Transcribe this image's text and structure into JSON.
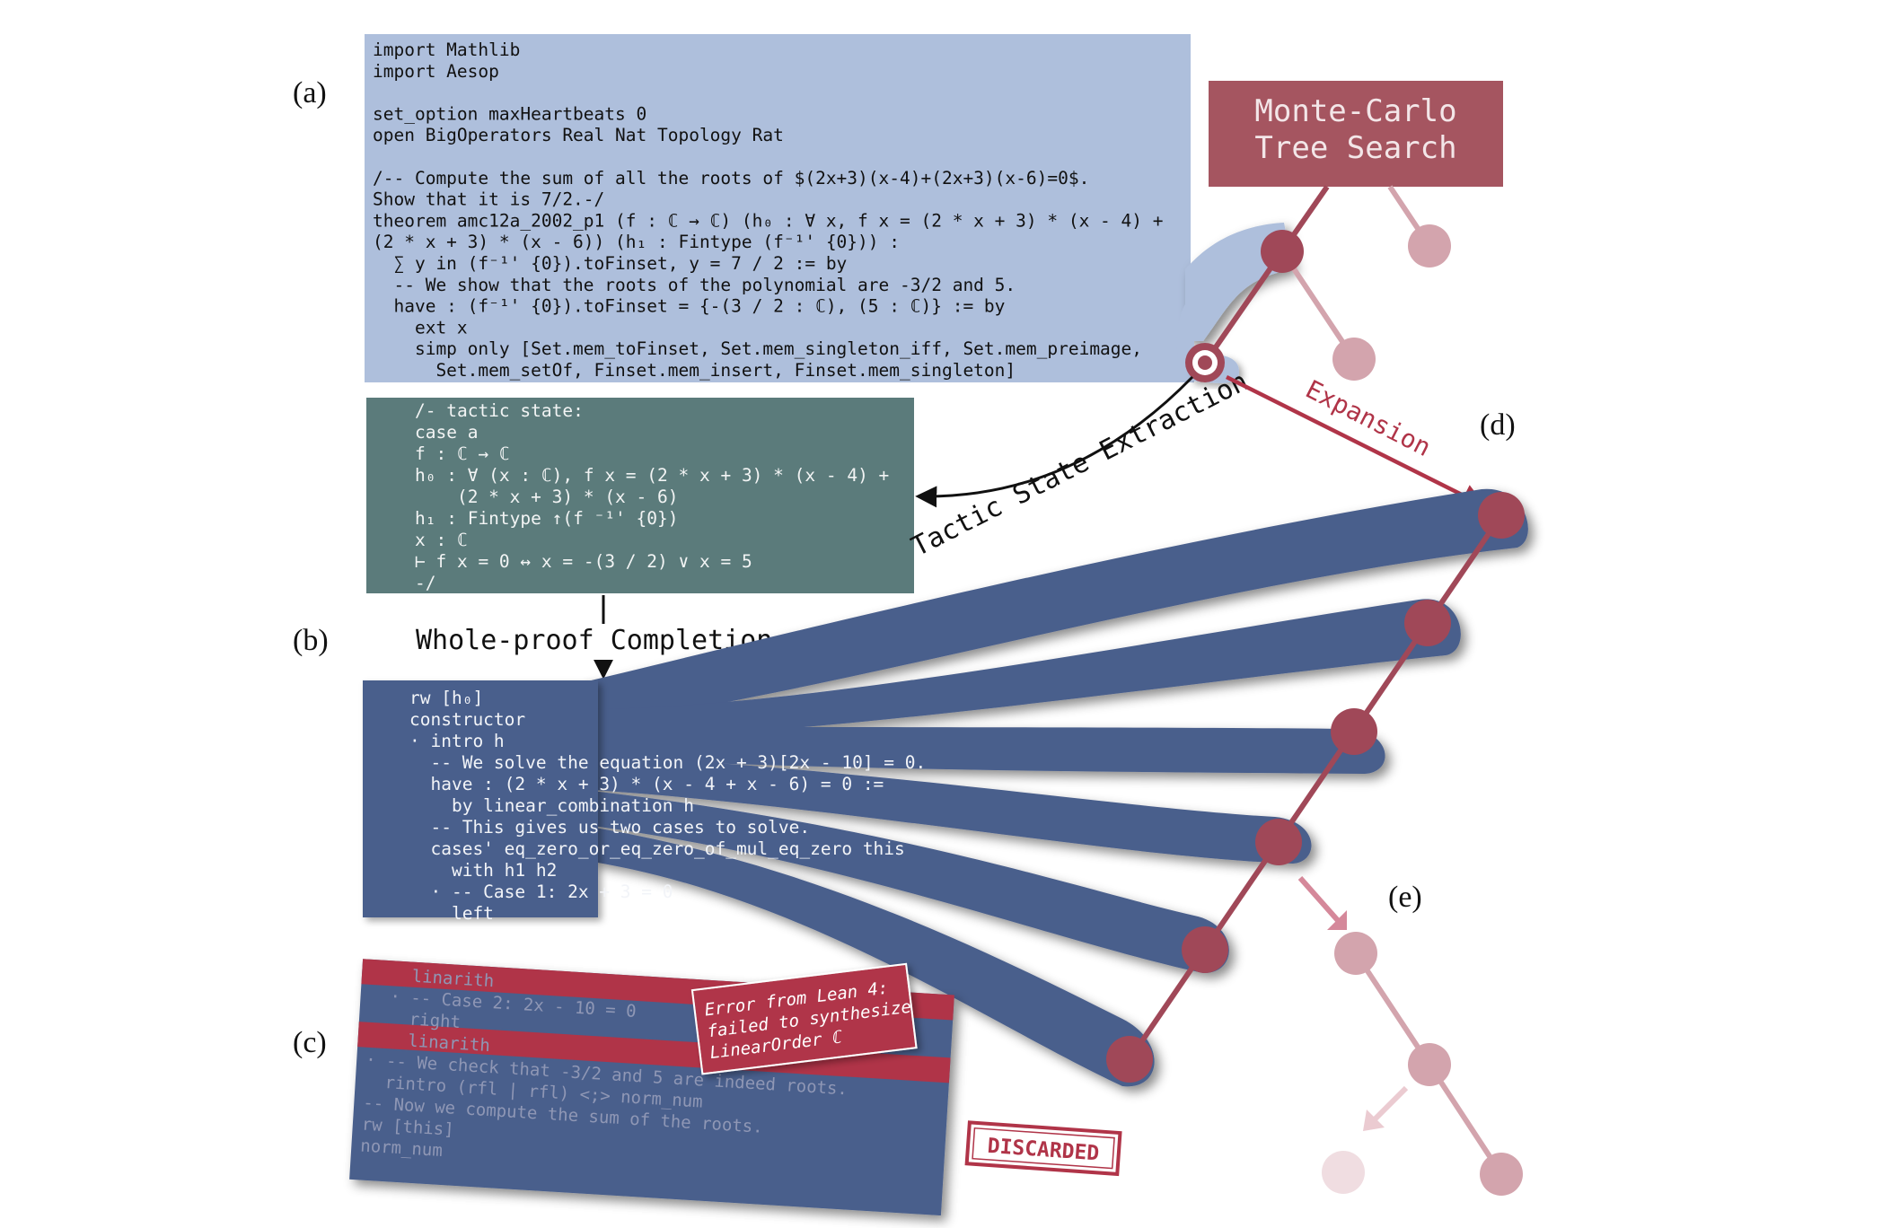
{
  "panel_labels": {
    "a": "(a)",
    "b": "(b)",
    "c": "(c)",
    "d": "(d)",
    "e": "(e)"
  },
  "lean_source": {
    "lines": [
      "import Mathlib",
      "import Aesop",
      "",
      "set_option maxHeartbeats 0",
      "open BigOperators Real Nat Topology Rat",
      "",
      "/-- Compute the sum of all the roots of $(2x+3)(x-4)+(2x+3)(x-6)=0$.",
      "Show that it is 7/2.-/",
      "theorem amc12a_2002_p1 (f : ℂ → ℂ) (h₀ : ∀ x, f x = (2 * x + 3) * (x - 4) +",
      "(2 * x + 3) * (x - 6)) (h₁ : Fintype (f⁻¹' {0})) :",
      "  ∑ y in (f⁻¹' {0}).toFinset, y = 7 / 2 := by",
      "  -- We show that the roots of the polynomial are -3/2 and 5.",
      "  have : (f⁻¹' {0}).toFinset = {-(3 / 2 : ℂ), (5 : ℂ)} := by",
      "    ext x",
      "    simp only [Set.mem_toFinset, Set.mem_singleton_iff, Set.mem_preimage,",
      "      Set.mem_setOf, Finset.mem_insert, Finset.mem_singleton]"
    ]
  },
  "tactic_state": {
    "lines": [
      "/- tactic state:",
      "case a",
      "f : ℂ → ℂ",
      "h₀ : ∀ (x : ℂ), f x = (2 * x + 3) * (x - 4) +",
      "    (2 * x + 3) * (x - 6)",
      "h₁ : Fintype ↑(f ⁻¹' {0})",
      "x : ℂ",
      "⊢ f x = 0 ↔ x = -(3 / 2) ∨ x = 5",
      "-/"
    ]
  },
  "completion": {
    "lines": [
      "rw [h₀]",
      "constructor",
      "· intro h",
      "  -- We solve the equation (2x + 3)[2x - 10] = 0.",
      "  have : (2 * x + 3) * (x - 4 + x - 6) = 0 :=",
      "    by linear_combination h",
      "  -- This gives us two cases to solve.",
      "  cases' eq_zero_or_eq_zero_of_mul_eq_zero this",
      "    with h1 h2",
      "  · -- Case 1: 2x + 3 = 0",
      "    left"
    ]
  },
  "discarded_code": {
    "lines": [
      "    linarith",
      "  · -- Case 2: 2x - 10 = 0",
      "    right",
      "    linarith",
      "· -- We check that -3/2 and 5 are indeed roots.",
      "  rintro (rfl | rfl) <;> norm_num",
      "-- Now we compute the sum of the roots.",
      "rw [this]",
      "norm_num"
    ]
  },
  "error_box": {
    "lines": [
      "Error from Lean 4:",
      "failed to synthesize",
      "LinearOrder ℂ"
    ]
  },
  "discarded_stamp": "DISCARDED",
  "mcts_box": {
    "line1": "Monte-Carlo",
    "line2": "Tree Search"
  },
  "arrow_labels": {
    "tactic_state_extraction": "Tactic State Extraction",
    "expansion": "Expansion",
    "whole_proof_completion": "Whole-proof Completion"
  },
  "colors": {
    "source_bg": "#aebfdc",
    "tactic_bg": "#5b7b7b",
    "completion_bg": "#4a5e8c",
    "mcts_bg": "#a55560",
    "node": "#a04858",
    "node_faded": "#d3a4ad",
    "error_bg": "#b03448",
    "expansion_arrow": "#b03448"
  }
}
